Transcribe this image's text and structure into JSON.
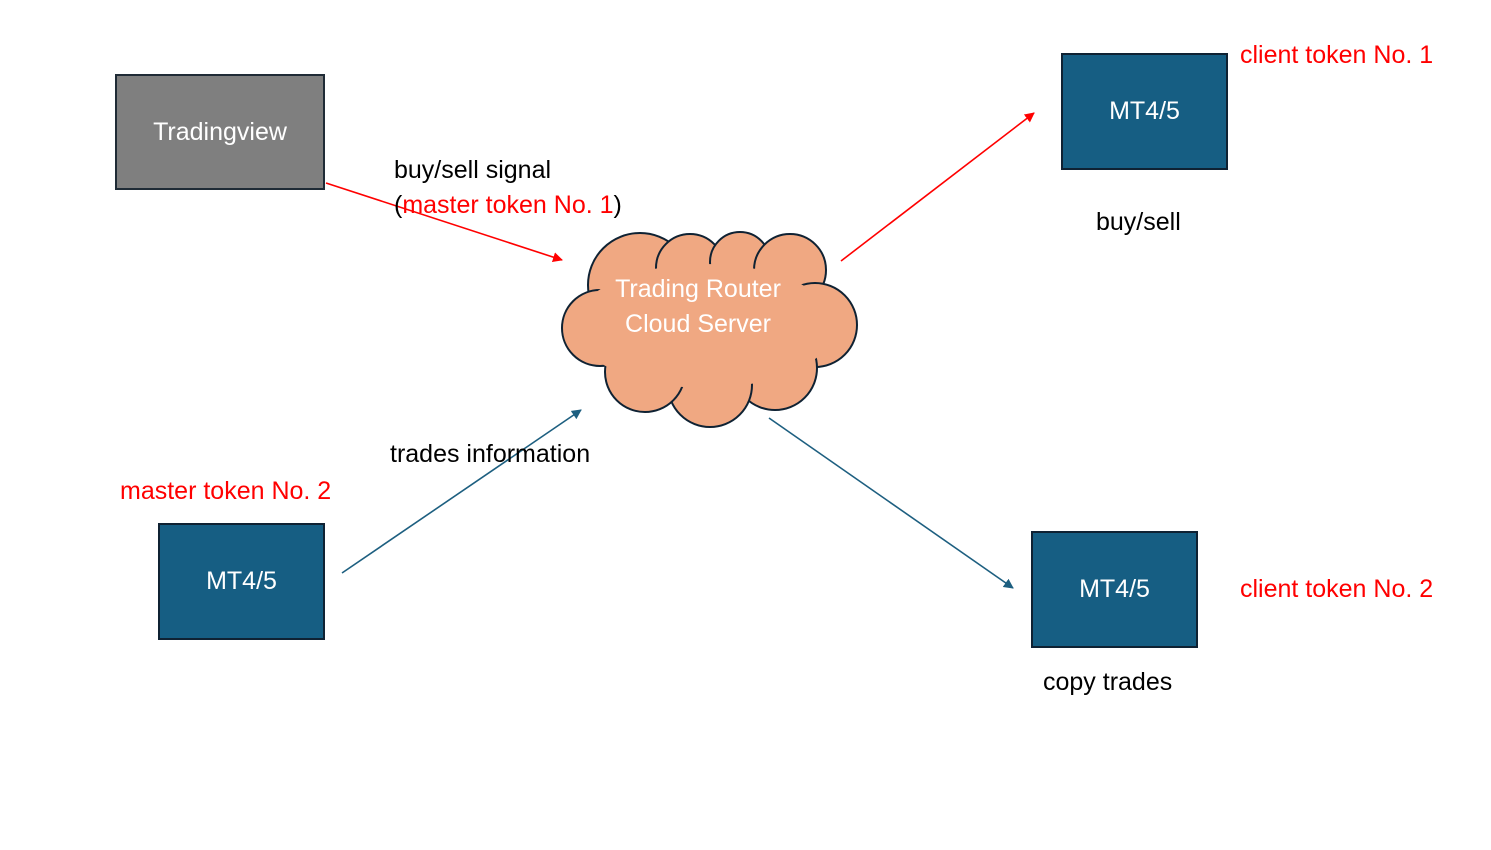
{
  "nodes": {
    "tradingview": "Tradingview",
    "cloud_server": "Trading Router Cloud Server",
    "mt_client_1": "MT4/5",
    "mt_master_2": "MT4/5",
    "mt_client_2": "MT4/5"
  },
  "labels": {
    "buy_sell_signal": "buy/sell signal",
    "paren_open": "(",
    "master_token_1": "master token No. 1",
    "paren_close": ")",
    "client_token_1": "client token No. 1",
    "buy_sell": "buy/sell",
    "trades_information": "trades information",
    "master_token_2": "master token No. 2",
    "client_token_2": "client token No. 2",
    "copy_trades": "copy trades"
  },
  "colors": {
    "token_red": "#ff0000",
    "mt_box": "#165e83",
    "tradingview_box": "#7f7f7f",
    "cloud_fill": "#f0a882",
    "master2_arrow": "#1d5f80"
  }
}
